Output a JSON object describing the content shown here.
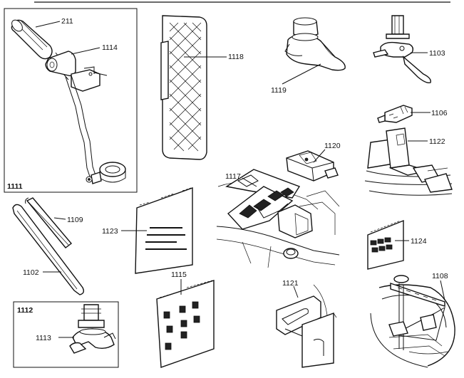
{
  "parts": {
    "p211": "211",
    "p1114": "1114",
    "p1111": "1111",
    "p1118": "1118",
    "p1119": "1119",
    "p1103": "1103",
    "p1106": "1106",
    "p1122": "1122",
    "p1120": "1120",
    "p1117": "1117",
    "p1109": "1109",
    "p1123": "1123",
    "p1102": "1102",
    "p1124": "1124",
    "p1115": "1115",
    "p1121": "1121",
    "p1108": "1108",
    "p1112": "1112",
    "p1113": "1113"
  }
}
